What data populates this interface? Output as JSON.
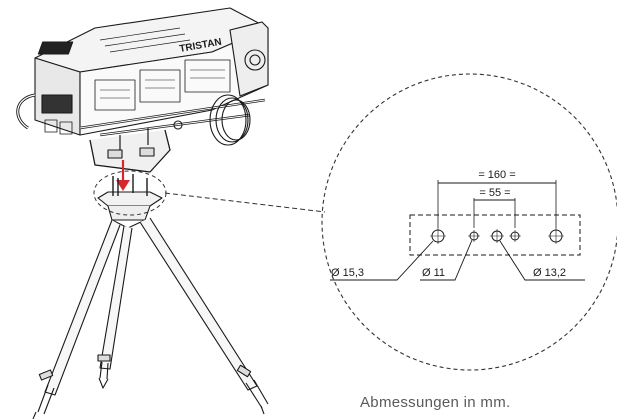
{
  "brand": "TRISTAN",
  "dimensions": {
    "outer_spacing": "= 160 =",
    "inner_spacing": "= 55 =",
    "hole_large": "Ø 15,3",
    "hole_small": "Ø 11",
    "hole_medium": "Ø 13,2"
  },
  "caption": "Abmessungen in mm.",
  "colors": {
    "line": "#1a1a1a",
    "arrow": "#d9262b",
    "dashed": "#333333"
  }
}
